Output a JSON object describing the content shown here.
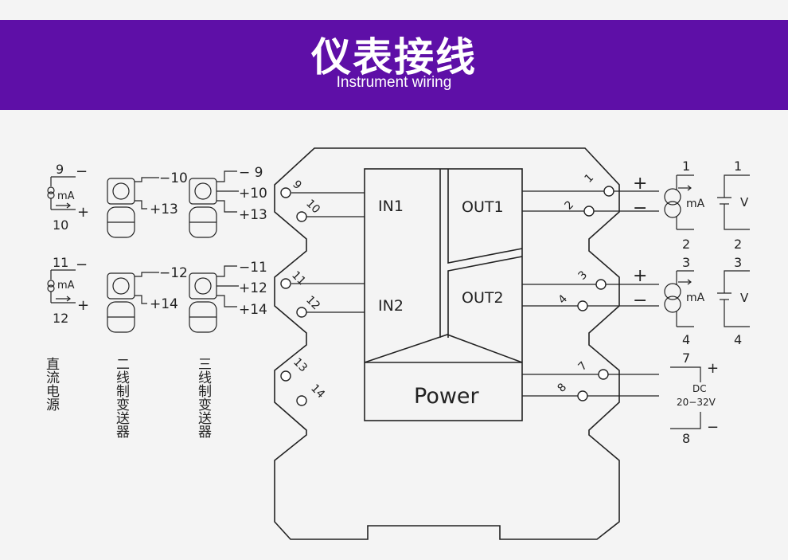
{
  "header": {
    "title": "仪表接线",
    "subtitle": "Instrument wiring",
    "background_color": "#5e0fa7"
  },
  "module": {
    "blocks": {
      "in1": "IN1",
      "in2": "IN2",
      "out1": "OUT1",
      "out2": "OUT2",
      "power": "Power"
    },
    "terminals": {
      "t1": "1",
      "t2": "2",
      "t3": "3",
      "t4": "4",
      "t7": "7",
      "t8": "8",
      "t9": "9",
      "t10": "10",
      "t11": "11",
      "t12": "12",
      "t13": "13",
      "t14": "14"
    }
  },
  "inputs": {
    "dc_source": {
      "label": "直流电源",
      "ch1": {
        "neg_terminal": "9",
        "pos_terminal": "10",
        "unit": "mA",
        "neg_sign": "−",
        "pos_sign": "+"
      },
      "ch2": {
        "neg_terminal": "11",
        "pos_terminal": "12",
        "unit": "mA",
        "neg_sign": "−",
        "pos_sign": "+"
      }
    },
    "two_wire": {
      "label": "二线制变送器",
      "ch1": {
        "top": "−10",
        "bottom": "+13"
      },
      "ch2": {
        "top": "−12",
        "bottom": "+14"
      }
    },
    "three_wire": {
      "label": "三线制变送器",
      "ch1": {
        "a": "− 9",
        "b": "+10",
        "c": "+13"
      },
      "ch2": {
        "a": "−11",
        "b": "+12",
        "c": "+14"
      }
    }
  },
  "outputs": {
    "out1": {
      "pos_sign": "+",
      "neg_sign": "−",
      "ma_top": "1",
      "ma_bottom": "2",
      "ma_unit": "mA",
      "v_top": "1",
      "v_bottom": "2",
      "v_unit": "V"
    },
    "out2": {
      "pos_sign": "+",
      "neg_sign": "−",
      "ma_top": "3",
      "ma_bottom": "4",
      "ma_unit": "mA",
      "v_top": "3",
      "v_bottom": "4",
      "v_unit": "V"
    },
    "power": {
      "top": "7",
      "bottom": "8",
      "pos_sign": "+",
      "neg_sign": "−",
      "label1": "DC",
      "label2": "20−32V"
    }
  }
}
